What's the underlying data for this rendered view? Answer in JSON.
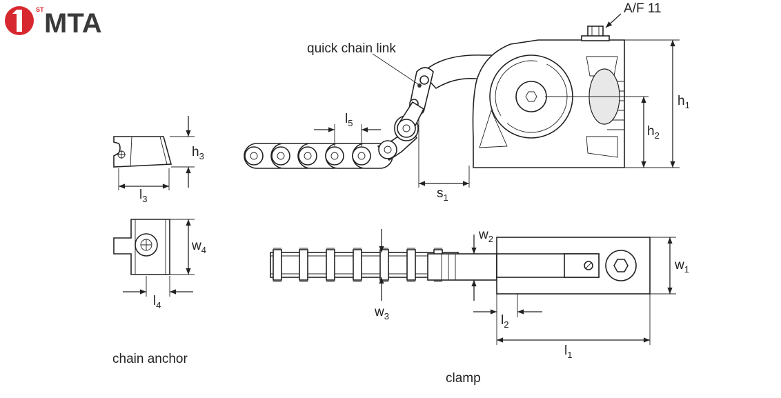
{
  "logo": {
    "superscript": "ST",
    "wordmark": "MTA",
    "colors": {
      "red": "#d8282f",
      "dark": "#3a3a3a"
    }
  },
  "captions": {
    "chain_anchor": "chain anchor",
    "clamp": "clamp"
  },
  "callouts": {
    "quick_chain_link": "quick chain link",
    "af": "A/F 11"
  },
  "dimensions": {
    "h1": {
      "base": "h",
      "sub": "1"
    },
    "h2": {
      "base": "h",
      "sub": "2"
    },
    "h3": {
      "base": "h",
      "sub": "3"
    },
    "l1": {
      "base": "l",
      "sub": "1"
    },
    "l2": {
      "base": "l",
      "sub": "2"
    },
    "l3": {
      "base": "l",
      "sub": "3"
    },
    "l4": {
      "base": "l",
      "sub": "4"
    },
    "l5": {
      "base": "l",
      "sub": "5"
    },
    "s1": {
      "base": "s",
      "sub": "1"
    },
    "w1": {
      "base": "w",
      "sub": "1"
    },
    "w2": {
      "base": "w",
      "sub": "2"
    },
    "w3": {
      "base": "w",
      "sub": "3"
    },
    "w4": {
      "base": "w",
      "sub": "4"
    }
  }
}
